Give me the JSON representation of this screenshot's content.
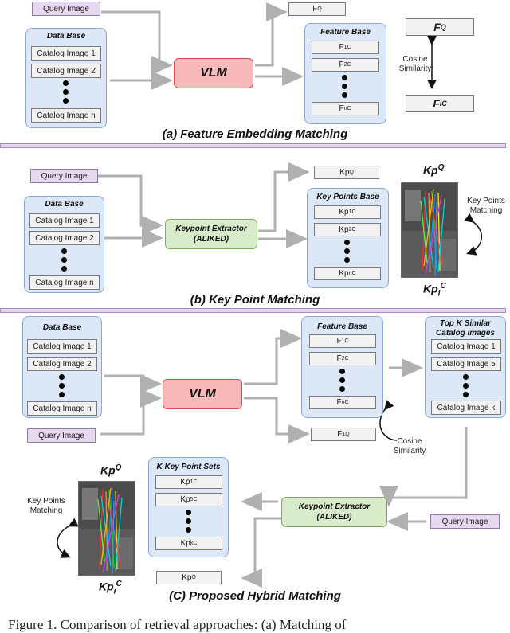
{
  "labels": {
    "query_image": "Query Image",
    "data_base": "Data Base",
    "feature_base": "Feature Base",
    "key_points_base": "Key Points Base",
    "top_k": "Top K Similar Catalog Images",
    "k_key_point_sets": "K Key Point Sets",
    "vlm": "VLM",
    "kp_extractor_line1": "Keypoint Extractor",
    "kp_extractor_line2": "(ALIKED)",
    "cosine_similarity": "Cosine Similarity",
    "key_points_matching": "Key Points Matching"
  },
  "catalog_items": [
    "Catalog Image 1",
    "Catalog Image 2",
    "Catalog Image n"
  ],
  "topk_items": [
    "Catalog Image 1",
    "Catalog Image 5",
    "Catalog Image k"
  ],
  "math": {
    "FQ": "F^Q",
    "Fi": "F_i^C",
    "F1C": "F_1^C",
    "F2C": "F_2^C",
    "FnC": "F_n^C",
    "F1Q": "F_1^Q",
    "KpQ": "Kp^Q",
    "Kp1C": "Kp_1^C",
    "Kp2C": "Kp_2^C",
    "KpnC": "Kp_n^C",
    "Kp5C": "Kp_5^C",
    "KpkC": "Kp_k^C",
    "KpiC": "Kp_i^C"
  },
  "captions": {
    "a": "(a) Feature Embedding Matching",
    "b": "(b) Key Point Matching",
    "c": "(C) Proposed Hybrid Matching"
  },
  "figure_caption": "Figure 1.  Comparison of retrieval approaches: (a) Matching of",
  "colors": {
    "panel": "#dce8f8",
    "vlm": "#f6b8b8",
    "extractor": "#d8eccb",
    "query": "#e6d8ef"
  }
}
